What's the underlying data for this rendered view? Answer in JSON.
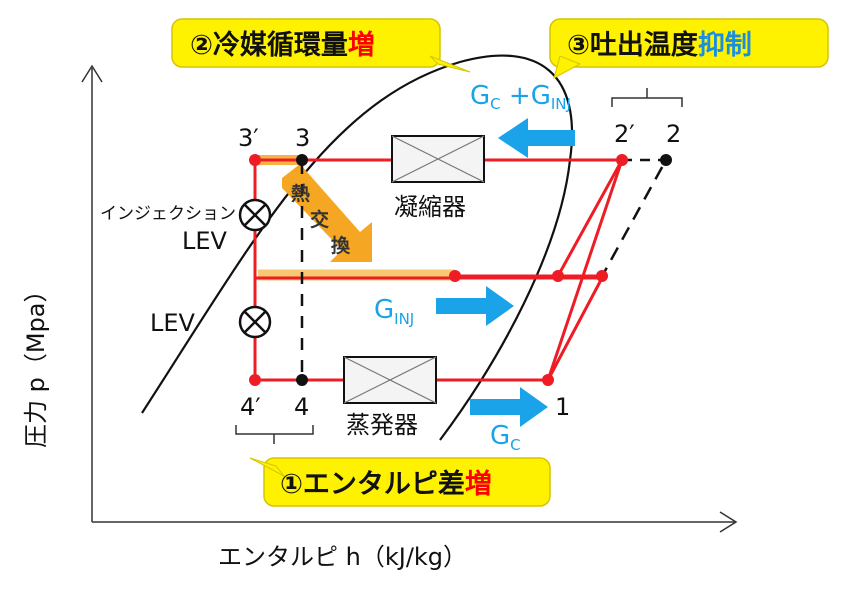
{
  "axes": {
    "x_title": "エンタルピ h（kJ/kg）",
    "y_title": "圧力 p（Mpa）"
  },
  "callouts": {
    "refrigerant_flow": {
      "text": "②冷媒循環量",
      "emphasis": "増",
      "emphasis_color": "#ff0000"
    },
    "discharge_temp": {
      "text": "③吐出温度",
      "emphasis": "抑制",
      "emphasis_color": "#1a8fe0"
    },
    "enthalpy_diff": {
      "text": "①エンタルピ差",
      "emphasis": "増",
      "emphasis_color": "#ff0000"
    }
  },
  "points": {
    "p3prime": "3′",
    "p3": "3",
    "p2prime": "2′",
    "p2": "2",
    "p4prime": "4′",
    "p4": "4",
    "p1": "1"
  },
  "components": {
    "condenser": "凝縮器",
    "evaporator": "蒸発器",
    "injection_lev_line1": "インジェクション",
    "injection_lev_line2": "LEV",
    "main_lev": "LEV",
    "heat_exchange": [
      "熱",
      "交",
      "換"
    ]
  },
  "flows": {
    "gc_ginj": {
      "g1": "G",
      "s1": "C",
      "plus": " +G",
      "s2": "INJ"
    },
    "ginj": {
      "g": "G",
      "s": "INJ"
    },
    "gc": {
      "g": "G",
      "s": "C"
    }
  },
  "colors": {
    "cycle_line": "#ee1c25",
    "flow_arrow": "#1aa3e8",
    "callout_fill": "#fff200",
    "heat_exchange": "#f5a623"
  }
}
